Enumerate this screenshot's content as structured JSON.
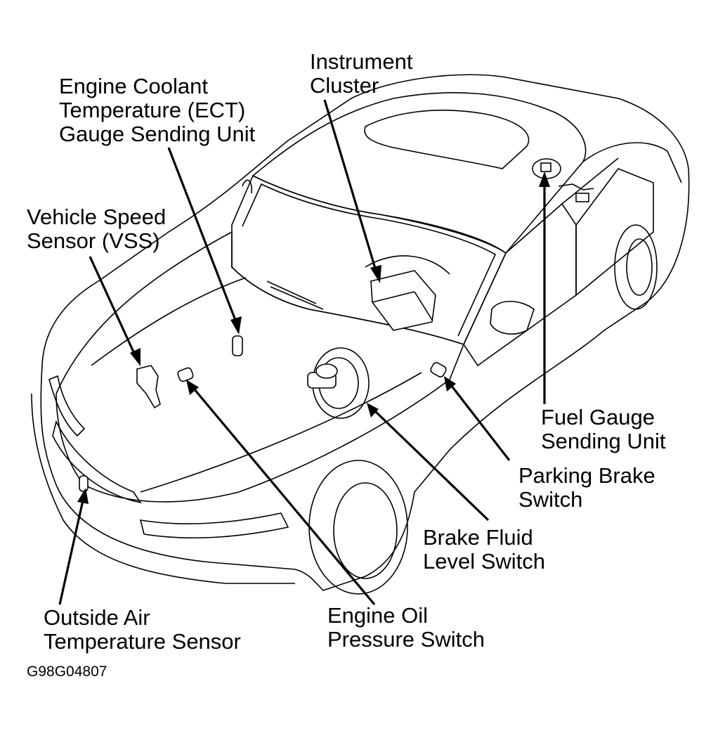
{
  "labels": {
    "instrument_cluster": [
      "Instrument",
      "Cluster"
    ],
    "ect_sending_unit": [
      "Engine Coolant",
      "Temperature (ECT)",
      "Gauge Sending Unit"
    ],
    "vss": [
      "Vehicle Speed",
      "Sensor (VSS)"
    ],
    "fuel_gauge": [
      "Fuel Gauge",
      "Sending Unit"
    ],
    "parking_brake": [
      "Parking Brake",
      "Switch"
    ],
    "brake_fluid": [
      "Brake Fluid",
      "Level Switch"
    ],
    "outside_air": [
      "Outside Air",
      "Temperature Sensor"
    ],
    "oil_pressure": [
      "Engine Oil",
      "Pressure Switch"
    ]
  },
  "figure_code": "G98G04807"
}
